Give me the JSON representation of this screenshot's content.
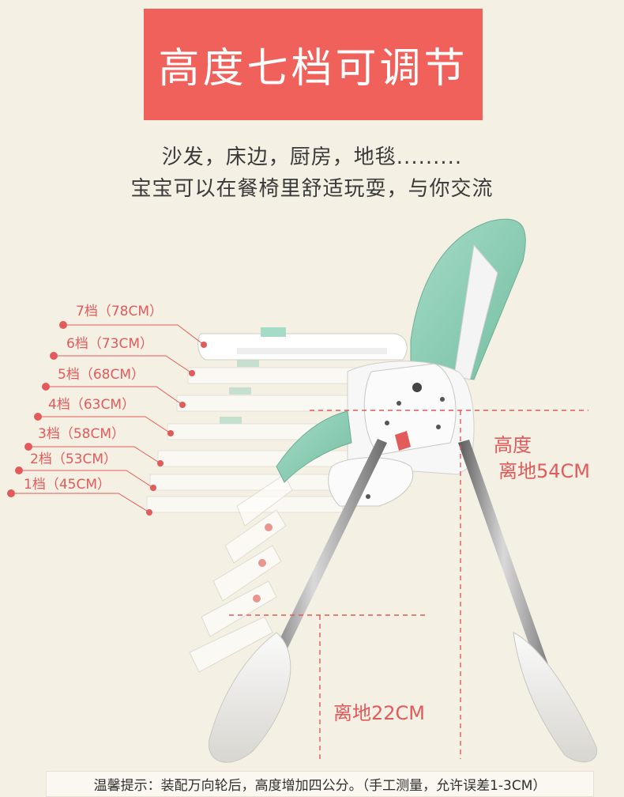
{
  "banner": {
    "title": "高度七档可调节"
  },
  "subtitle": {
    "line1": "沙发，床边，厨房，地毯.........",
    "line2": "宝宝可以在餐椅里舒适玩耍，与你交流"
  },
  "levels": [
    {
      "label": "7档（78CM）"
    },
    {
      "label": "6档（73CM）"
    },
    {
      "label": "5档（68CM）"
    },
    {
      "label": "4档（63CM）"
    },
    {
      "label": "3档（58CM）"
    },
    {
      "label": "2档（53CM）"
    },
    {
      "label": "1档（45CM）"
    }
  ],
  "measurements": {
    "seat_height_label": "高度",
    "seat_height_value": "离地54CM",
    "footrest_height": "离地22CM"
  },
  "footer": {
    "note": "温馨提示：装配万向轮后，高度增加四公分。（手工测量，允许误差1-3CM）"
  },
  "colors": {
    "background": "#f5f0e4",
    "banner": "#f1615b",
    "accent_red": "#e25a5a",
    "seat_mint": "#8fcfb7",
    "frame_white": "#f7f7f7",
    "chrome": "#8a8a8a"
  }
}
